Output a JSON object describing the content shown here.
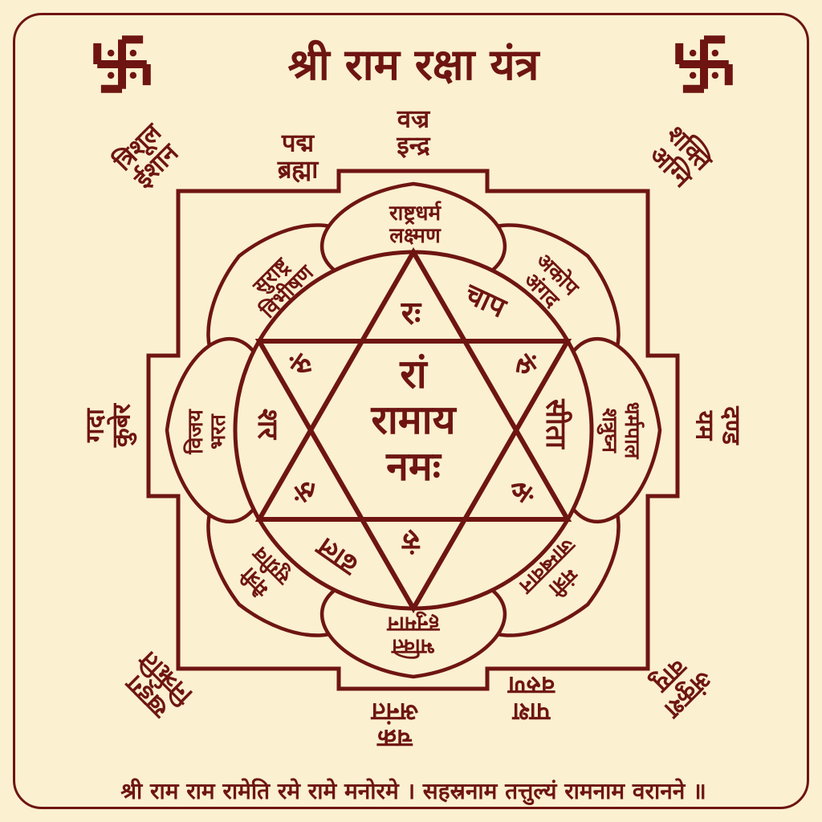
{
  "colors": {
    "background": "#fbf0d0",
    "ink": "#6e1512"
  },
  "title": "श्री राम रक्षा यंत्र",
  "icons": {
    "top_left": "swastika",
    "top_right": "swastika"
  },
  "center": {
    "lines": [
      "रां",
      "रामाय",
      "नमः"
    ]
  },
  "star_bijas": {
    "top": "रः",
    "upper_left": "रुं",
    "upper_right": "रुं",
    "lower_left": "रुं",
    "lower_right": "रुं",
    "bottom": "रुं"
  },
  "ring_words": {
    "upper_right": "चाप",
    "right": "सीता",
    "left": "शर",
    "lower_left": "ढाल"
  },
  "petals": {
    "top": [
      "राष्ट्रधर्म",
      "लक्ष्मण"
    ],
    "top_left": [
      "सुराष्ट्र",
      "विभीषण"
    ],
    "top_right": [
      "अकोप",
      "अंगद"
    ],
    "left": [
      "विजय",
      "भरत"
    ],
    "right": [
      "धर्मपाल",
      "शत्रुघ्न"
    ],
    "bottom": [
      "भक्ति",
      "हनुमान"
    ],
    "bottom_left": [
      "मैत्री",
      "सुग्रीव"
    ],
    "bottom_right": [
      "मंत्री",
      "जाम्बवान"
    ]
  },
  "directions": {
    "top_center": [
      "वज्र",
      "इन्द्र"
    ],
    "top_center_left": [
      "पद्म",
      "ब्रह्मा"
    ],
    "top_left": [
      "त्रिशूल",
      "ईशान"
    ],
    "top_right": [
      "शक्ति",
      "अग्नि"
    ],
    "left": [
      "गदा",
      "कुबेर"
    ],
    "right": [
      "दण्ड",
      "यम"
    ],
    "bottom_center": [
      "पाश",
      "वरुण"
    ],
    "bottom_center_left": [
      "चक्र",
      "अनंत"
    ],
    "bottom_left": [
      "खड्ग",
      "निर्ऋति"
    ],
    "bottom_right": [
      "अंकुश",
      "वायु"
    ]
  },
  "footer_mantra": "श्री राम राम रामेति रमे रामे मनोरमे । सहस्रनाम तत्तुल्यं रामनाम वरानने ॥"
}
